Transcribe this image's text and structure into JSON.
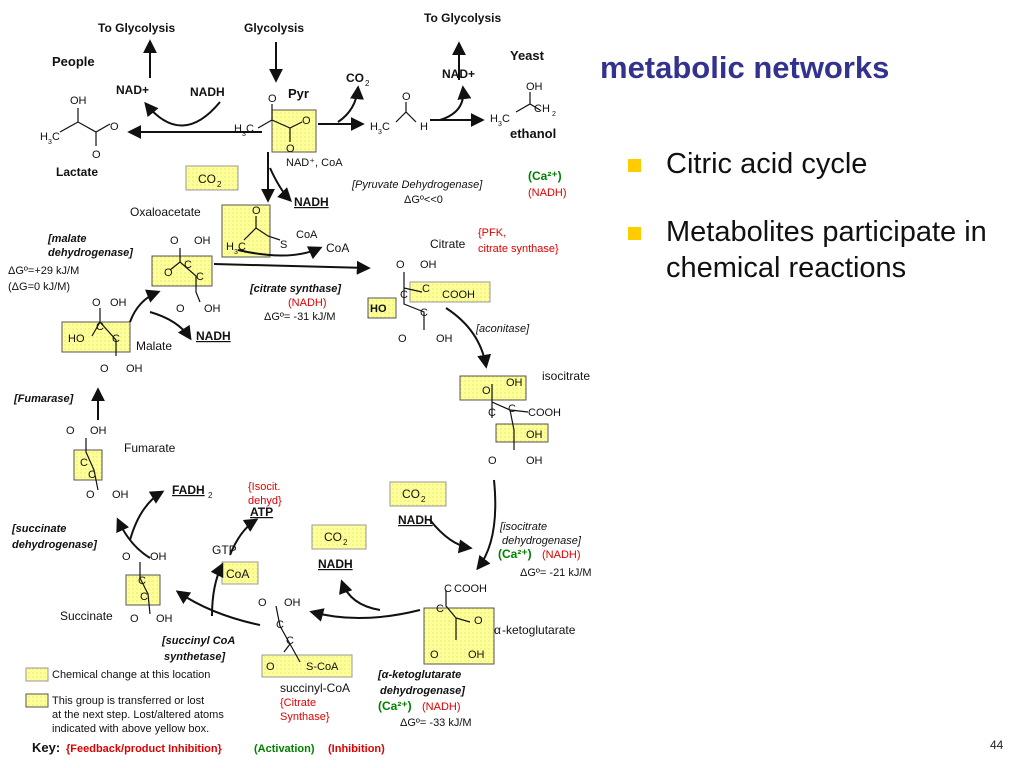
{
  "slide": {
    "title": "metabolic networks",
    "bullets": [
      "Citric acid cycle",
      "Metabolites participate in chemical reactions"
    ],
    "page_number": "44"
  },
  "colors": {
    "title": "#33338f",
    "bullet": "#ffcc00",
    "highlight": "#ffff99",
    "inhibition": "#e00000",
    "activation": "#008000"
  },
  "diagram": {
    "top": {
      "to_glycolysis_left": "To Glycolysis",
      "glycolysis": "Glycolysis",
      "to_glycolysis_right": "To Glycolysis",
      "people": "People",
      "yeast": "Yeast",
      "nad_left": "NAD+",
      "nadh_left": "NADH",
      "nad_right": "NAD+",
      "pyr": "Pyr",
      "co2": "CO",
      "lactate": "Lactate",
      "ethanol": "ethanol",
      "oh_lactate": "OH",
      "o_lactate": "O",
      "o_lactate2": "O",
      "h3c_lactate": "H",
      "oh_ethanol": "OH",
      "ch2_ethanol": "CH",
      "h3c_ethanol": "H",
      "h3c_acetald": "H",
      "h_acetald": "H",
      "o_acetald": "O",
      "o_pyr": "O",
      "o_pyr2": "O",
      "o_pyr3": "O",
      "h3c_pyr": "H"
    },
    "pdh": {
      "nad_coa": "NAD⁺, CoA",
      "co2": "CO",
      "nadh": "NADH",
      "enzyme": "[Pyruvate Dehydrogenase]",
      "dg": "ΔGº<<0",
      "ca": "(Ca²⁺)",
      "nadh_inh": "(NADH)"
    },
    "citrate_step": {
      "oxaloacetate": "Oxaloacetate",
      "acetyl_o": "O",
      "acetyl_coa": "CoA",
      "acetyl_s": "S",
      "acetyl_h3c": "H",
      "coa_release": "CoA",
      "citrate": "Citrate",
      "pfk": "{PFK,",
      "citrate_synthase": "citrate synthase}",
      "enzyme": "[citrate synthase]",
      "nadh_inh": "(NADH)",
      "dg": "ΔGº= -31 kJ/M"
    },
    "mdh": {
      "enzyme_l1": "[malate",
      "enzyme_l2": "dehydrogenase]",
      "dg1": "ΔGº=+29 kJ/M",
      "dg2": "(ΔG=0 kJ/M)",
      "malate": "Malate",
      "nadh": "NADH"
    },
    "aconitase": "[aconitase]",
    "isocitrate": "isocitrate",
    "fumarase": "[Fumarase]",
    "fumarate": "Fumarate",
    "sdh": {
      "enzyme_l1": "[succinate",
      "enzyme_l2": "dehydrogenase]",
      "fadh2": "FADH"
    },
    "idh": {
      "co2": "CO",
      "nadh": "NADH",
      "enzyme_l1": "[isocitrate",
      "enzyme_l2": "dehydrogenase]",
      "ca": "(Ca²⁺)",
      "nadh_inh": "(NADH)",
      "dg": "ΔGº= -21 kJ/M"
    },
    "akg": {
      "name": "-ketoglutarate",
      "alpha": "α",
      "cooh": "COOH",
      "o": "O",
      "oh": "OH"
    },
    "akgdh": {
      "co2": "CO",
      "nadh": "NADH",
      "enzyme_l1": "[α-ketoglutarate",
      "enzyme_l2": "dehydrogenase]",
      "ca": "(Ca²⁺)",
      "nadh_inh": "(NADH)",
      "dg": "ΔGº= -33 kJ/M"
    },
    "succinyl": {
      "name": "succinyl-CoA",
      "citrate_l1": "{Citrate",
      "citrate_l2": "Synthase}",
      "sco": "S-CoA",
      "o": "O",
      "oh": "OH"
    },
    "scs": {
      "enzyme_l1": "[succinyl CoA",
      "enzyme_l2": "synthetase]",
      "gtp": "GTP",
      "coa": "CoA",
      "isocit_l1": "{Isocit.",
      "isocit_l2": "dehyd}",
      "atp": "ATP"
    },
    "succinate": "Succinate",
    "legend": {
      "row1": "Chemical change at this location",
      "row2_l1": "This group is transferred or lost",
      "row2_l2": "at the next step. Lost/altered atoms",
      "row2_l3": "indicated with above yellow box.",
      "key": "Key:",
      "feedback": "{Feedback/product Inhibition}",
      "activation": "(Activation)",
      "inhibition": "(Inhibition)"
    },
    "atoms": {
      "oh": "OH",
      "o": "O",
      "c": "C",
      "ho": "HO",
      "cooh": "COOH",
      "sub2": "2",
      "sub3": "3"
    }
  }
}
